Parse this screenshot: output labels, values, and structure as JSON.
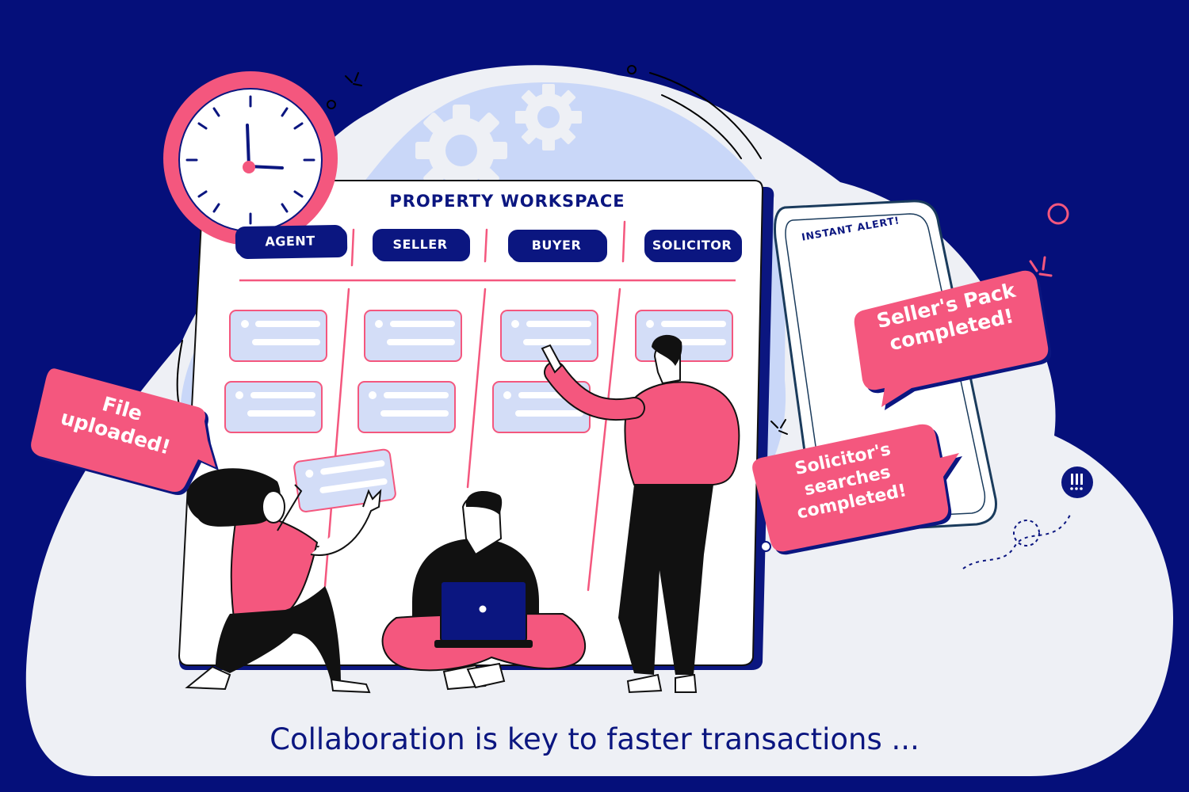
{
  "board": {
    "title": "PROPERTY WORKSPACE",
    "columns": [
      "AGENT",
      "SELLER",
      "BUYER",
      "SOLICITOR"
    ]
  },
  "phone": {
    "header": "INSTANT ALERT!"
  },
  "notifications": {
    "file": "File uploaded!",
    "sellers_pack": "Seller's Pack completed!",
    "searches": "Solicitor's searches completed!"
  },
  "caption": "Collaboration is key to faster transactions ...",
  "colors": {
    "background": "#050f7a",
    "accent_pink": "#f4577e",
    "card_blue": "#d3ddf7",
    "cloud": "#eef0f5",
    "navy": "#0b1680"
  },
  "icons": [
    "clock-icon",
    "gear-icon",
    "laptop-icon",
    "alert-badge-icon"
  ]
}
